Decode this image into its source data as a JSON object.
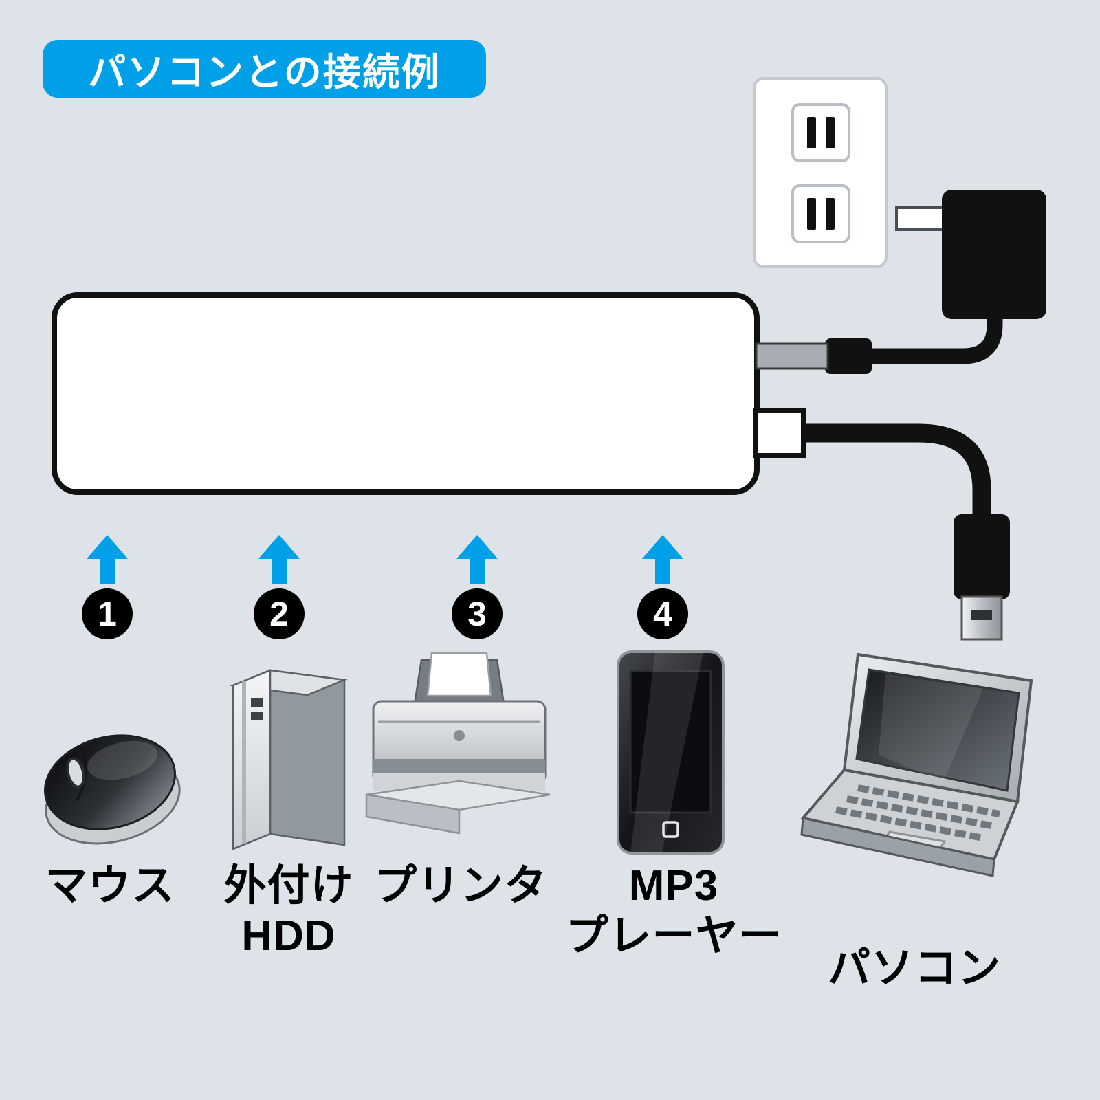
{
  "colors": {
    "background": "#dde3e9",
    "accent": "#00a0e9"
  },
  "title_badge": {
    "label": "パソコンとの接続例"
  },
  "connections": [
    {
      "number": "1",
      "icon": "mouse-icon",
      "label_lines": [
        "マウス"
      ]
    },
    {
      "number": "2",
      "icon": "external-hdd-icon",
      "label_lines": [
        "外付け",
        "HDD"
      ]
    },
    {
      "number": "3",
      "icon": "printer-icon",
      "label_lines": [
        "プリンタ"
      ]
    },
    {
      "number": "4",
      "icon": "mp3-player-icon",
      "label_lines": [
        "MP3",
        "プレーヤー"
      ]
    }
  ],
  "computer": {
    "label": "パソコン",
    "icon": "laptop-icon"
  },
  "power": {
    "outlet_icon": "wall-outlet-icon",
    "adapter_icon": "ac-adapter-icon"
  },
  "hub": {
    "icon": "usb-hub-body"
  }
}
